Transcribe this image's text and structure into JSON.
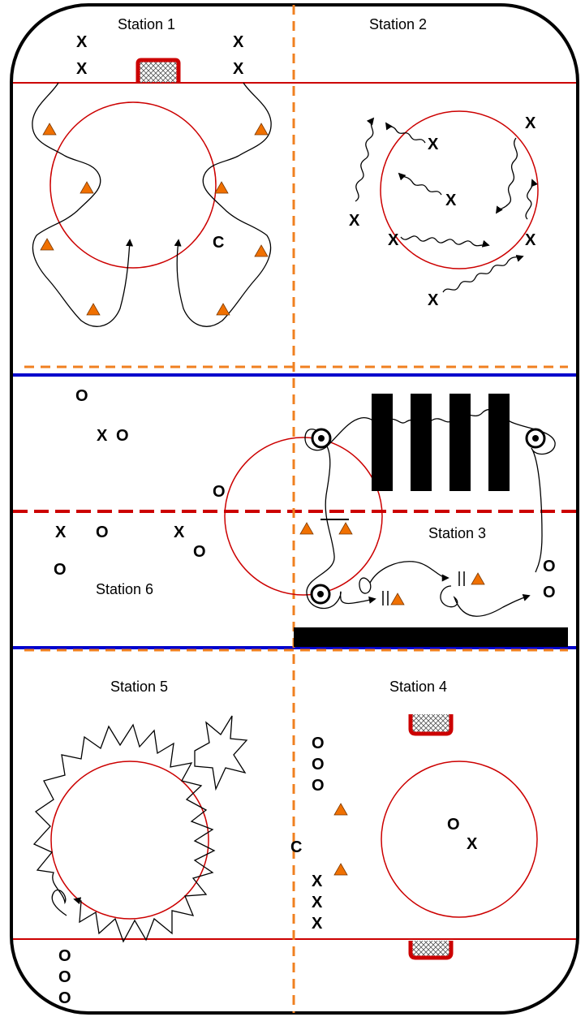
{
  "stations": {
    "s1": "Station 1",
    "s2": "Station 2",
    "s3": "Station 3",
    "s4": "Station 4",
    "s5": "Station 5",
    "s6": "Station 6"
  },
  "markers": {
    "x": "X",
    "o": "O",
    "coach": "C"
  },
  "colors": {
    "board": "#000000",
    "goal_line": "#cc0000",
    "blue_line": "#0000cc",
    "center_line": "#cc0000",
    "circle": "#cc0000",
    "divider": "#f08020",
    "cone": "#f07000",
    "obstacle": "#000000"
  },
  "icons": [
    "cone-icon",
    "puck-stack-icon",
    "goal-net-icon",
    "pylon-stack-icon",
    "arrow-icon"
  ]
}
